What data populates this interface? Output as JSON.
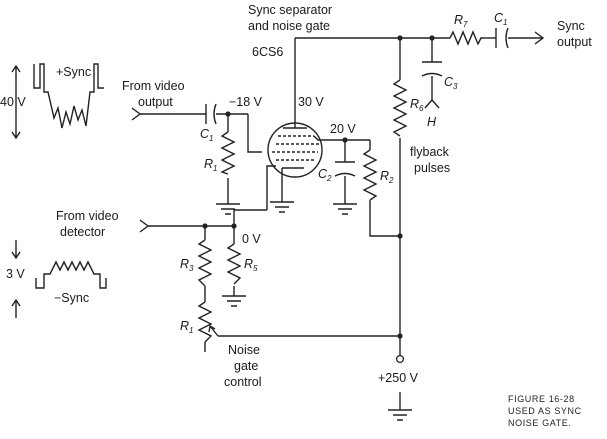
{
  "labels": {
    "title_line1": "Sync separator",
    "title_line2": "and noise gate",
    "tube": "6CS6",
    "sync_output_1": "Sync",
    "sync_output_2": "output",
    "from_video_output_1": "From video",
    "from_video_output_2": "output",
    "from_video_detector_1": "From video",
    "from_video_detector_2": "detector",
    "plus_sync": "+Sync",
    "minus_sync": "−Sync",
    "v40": "40 V",
    "v3": "3 V",
    "v_minus18": "−18 V",
    "v30": "30 V",
    "v20": "20 V",
    "v0": "0 V",
    "v250": "+250 V",
    "flyback_1": "flyback",
    "flyback_2": "pulses",
    "H": "H",
    "noise_1": "Noise",
    "noise_2": "gate",
    "noise_3": "control"
  },
  "components": {
    "C1_a": "C",
    "C1_b": "1",
    "R1_a": "R",
    "R1_b": "1",
    "C2_a": "C",
    "C2_b": "2",
    "R2_a": "R",
    "R2_b": "2",
    "R3_a": "R",
    "R3_b": "3",
    "R5_a": "R",
    "R5_b": "5",
    "R6_a": "R",
    "R6_b": "6",
    "R7_a": "R",
    "R7_b": "7",
    "C3_a": "C",
    "C3_b": "3",
    "Cout_a": "C",
    "Cout_b": "1",
    "R1pot_a": "R",
    "R1pot_b": "1"
  },
  "caption": {
    "line1": "FIGURE  16-28",
    "line2": "USED AS SYNC",
    "line3": "NOISE GATE."
  }
}
